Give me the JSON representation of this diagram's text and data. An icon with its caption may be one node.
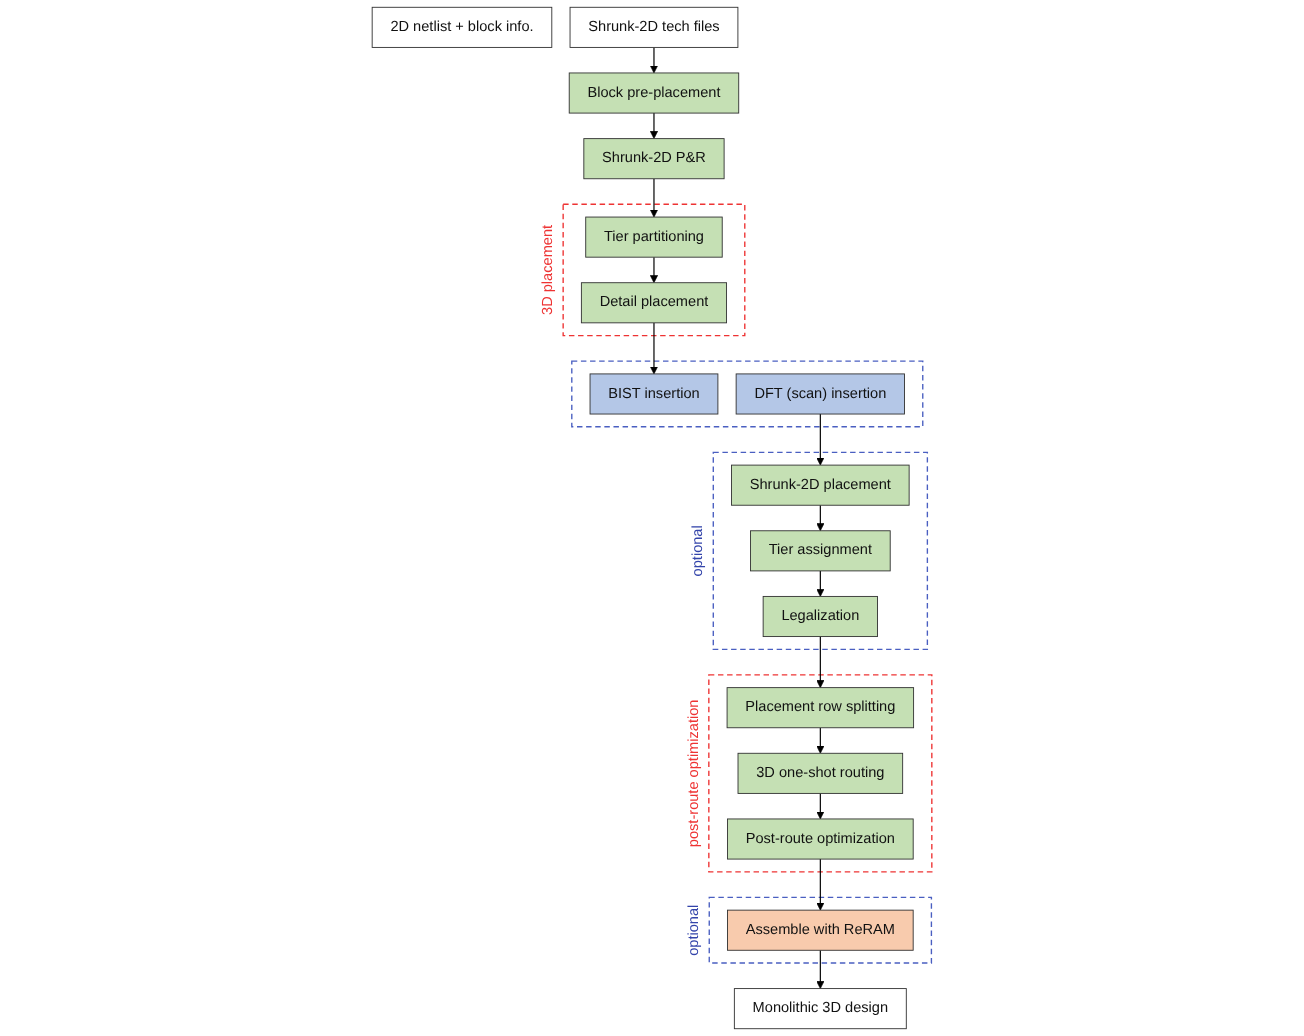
{
  "diagram": {
    "nodes": [
      {
        "text": [
          "2D netlist + block info."
        ]
      },
      {
        "text": [
          "Shrunk-2D tech files"
        ]
      },
      {
        "text": [
          "Block pre-placement"
        ]
      },
      {
        "text": [
          "Shrunk-2D P&R"
        ]
      },
      {
        "text": [
          "3D placement"
        ]
      },
      {
        "text": [
          "Tier partitioning"
        ],
        "in": 4
      },
      {
        "text": [
          "Detail placement"
        ],
        "in": 4
      },
      {
        "text": [],
        "shape": "box"
      },
      {
        "text": [
          "BIST insertion"
        ],
        "in": 7
      },
      {
        "text": [
          "DFT (scan) insertion"
        ],
        "in": 7
      },
      {
        "text": [
          "optional"
        ]
      },
      {
        "text": [
          "Shrunk-2D placement"
        ],
        "in": 10
      },
      {
        "text": [
          "Tier assignment"
        ],
        "in": 10
      },
      {
        "text": [
          "Legalization"
        ],
        "in": 10
      },
      {
        "text": [
          "post-route optimization"
        ]
      },
      {
        "text": [
          "Placement row splitting"
        ],
        "in": 14
      },
      {
        "text": [
          "3D one-shot routing"
        ],
        "in": 14
      },
      {
        "text": [
          "Post-route optimization"
        ],
        "in": 14
      },
      {
        "text": [
          "optional"
        ]
      },
      {
        "text": [
          "Assemble with ReRAM"
        ],
        "in": 18
      },
      {
        "text": [
          "Monolithic 3D design"
        ]
      }
    ],
    "edges": [
      {
        "from": 1,
        "to": 2,
        "arrow": "to"
      },
      {
        "from": 2,
        "to": 3,
        "arrow": "to"
      },
      {
        "from": 3,
        "to": 5,
        "arrow": "to"
      },
      {
        "from": 5,
        "to": 6,
        "arrow": "to"
      },
      {
        "from": 6,
        "to": 8,
        "arrow": "to"
      },
      {
        "from": 9,
        "to": 11,
        "arrow": "to"
      },
      {
        "from": 11,
        "to": 12,
        "arrow": "to"
      },
      {
        "from": 12,
        "to": 13,
        "arrow": "to"
      },
      {
        "from": 13,
        "to": 15,
        "arrow": "to"
      },
      {
        "from": 15,
        "to": 16,
        "arrow": "to"
      },
      {
        "from": 16,
        "to": 17,
        "arrow": "to"
      },
      {
        "from": 17,
        "to": 19,
        "arrow": "to"
      },
      {
        "from": 19,
        "to": 20,
        "arrow": "to"
      }
    ]
  }
}
